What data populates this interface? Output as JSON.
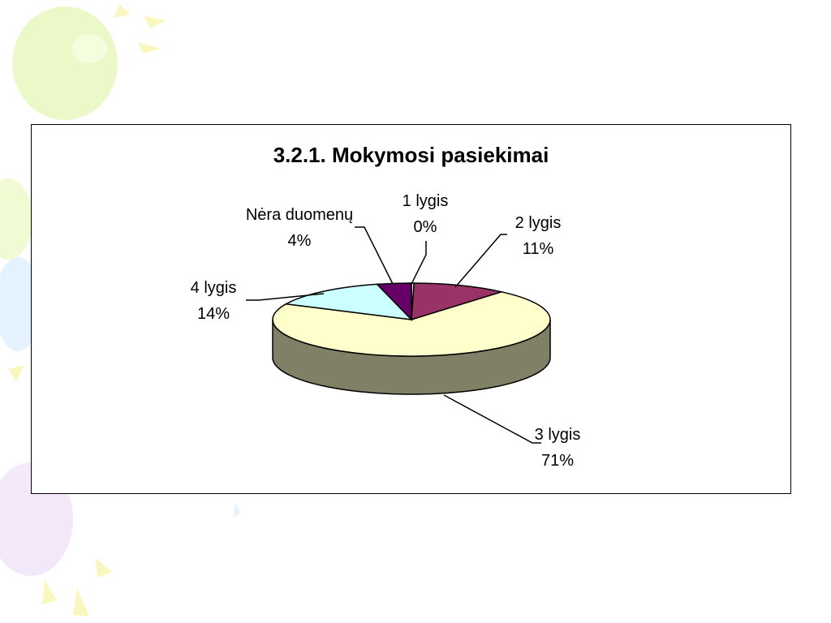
{
  "chart_data": {
    "type": "pie",
    "title": "3.2.1. Mokymosi pasiekimai",
    "three_d": true,
    "slices": [
      {
        "name": "1 lygis",
        "pct_label": "0%",
        "value": 0.3,
        "color": "#ffffff"
      },
      {
        "name": "2 lygis",
        "pct_label": "11%",
        "value": 11,
        "color": "#993366"
      },
      {
        "name": "3 lygis",
        "pct_label": "71%",
        "value": 71,
        "color": "#ffffcc"
      },
      {
        "name": "4 lygis",
        "pct_label": "14%",
        "value": 14,
        "color": "#ccffff"
      },
      {
        "name": "Nėra duomenų",
        "pct_label": "4%",
        "value": 4,
        "color": "#660066"
      }
    ]
  }
}
